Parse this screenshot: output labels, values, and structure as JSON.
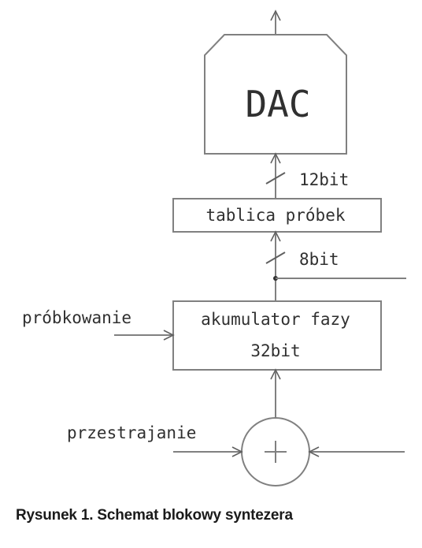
{
  "blocks": {
    "dac": "DAC",
    "lookup_table": "tablica próbek",
    "accumulator_line1": "akumulator fazy",
    "accumulator_line2": "32bit"
  },
  "bus_labels": {
    "dac_input": "12bit",
    "table_input": "8bit"
  },
  "signals": {
    "sampling": "próbkowanie",
    "tuning": "przestrajanie"
  },
  "caption": "Rysunek 1. Schemat blokowy syntezera",
  "colors": {
    "line": "#808080",
    "text": "#303030"
  }
}
